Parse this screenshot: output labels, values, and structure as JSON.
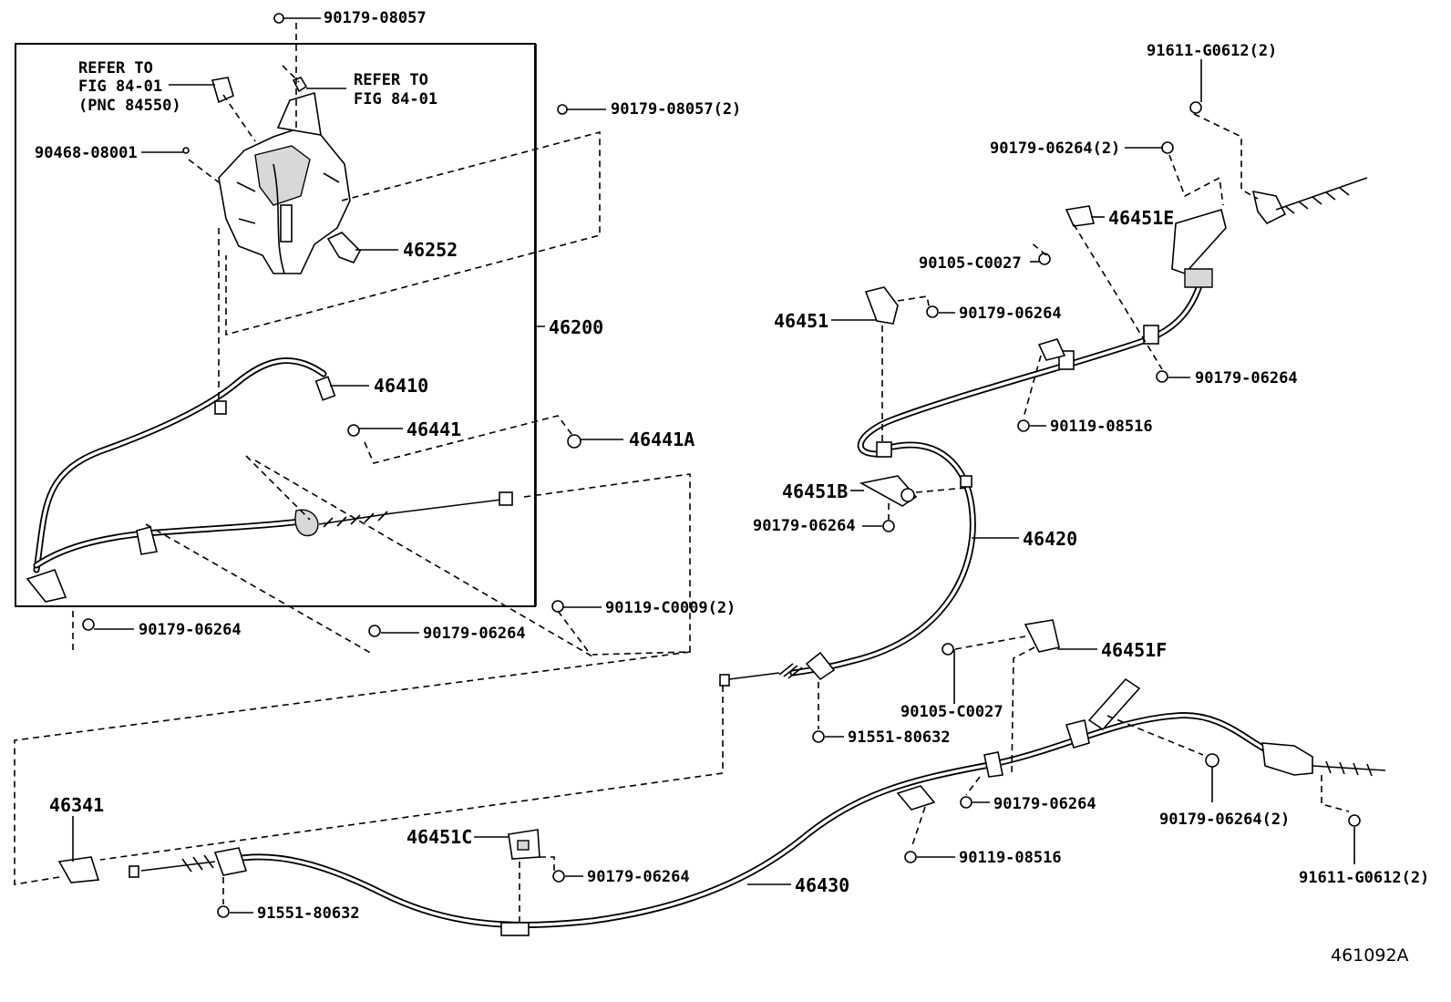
{
  "diagram": {
    "figure_id": "461092A",
    "refer_note": {
      "left": [
        "REFER TO",
        "FIG 84-01",
        "(PNC 84550)"
      ],
      "right": [
        "REFER TO",
        "FIG 84-01"
      ]
    },
    "labels": {
      "p90179_08057_top": "90179-08057",
      "p90179_08057_2": "90179-08057(2)",
      "p90468_08001": "90468-08001",
      "p46252": "46252",
      "p46200": "46200",
      "p46410": "46410",
      "p46441": "46441",
      "p46441A": "46441A",
      "p90179_06264_a": "90179-06264",
      "p90179_06264_b": "90179-06264",
      "p90119_C0009_2": "90119-C0009(2)",
      "p91611_G0612_2_top": "91611-G0612(2)",
      "p90179_06264_2_top": "90179-06264(2)",
      "p46451E": "46451E",
      "p90105_C0027_top": "90105-C0027",
      "p46451": "46451",
      "p90179_06264_c": "90179-06264",
      "p90179_06264_d": "90179-06264",
      "p90119_08516_top": "90119-08516",
      "p46451B": "46451B",
      "p90179_06264_e": "90179-06264",
      "p46420": "46420",
      "p90105_C0027_bot": "90105-C0027",
      "p46451F": "46451F",
      "p91551_80632_mid": "91551-80632",
      "p46341": "46341",
      "p46451C": "46451C",
      "p90179_06264_f": "90179-06264",
      "p90179_06264_g": "90179-06264",
      "p90179_06264_2_bot": "90179-06264(2)",
      "p91611_G0612_2_bot": "91611-G0612(2)",
      "p90119_08516_bot": "90119-08516",
      "p46430": "46430",
      "p91551_80632_bot": "91551-80632"
    }
  }
}
